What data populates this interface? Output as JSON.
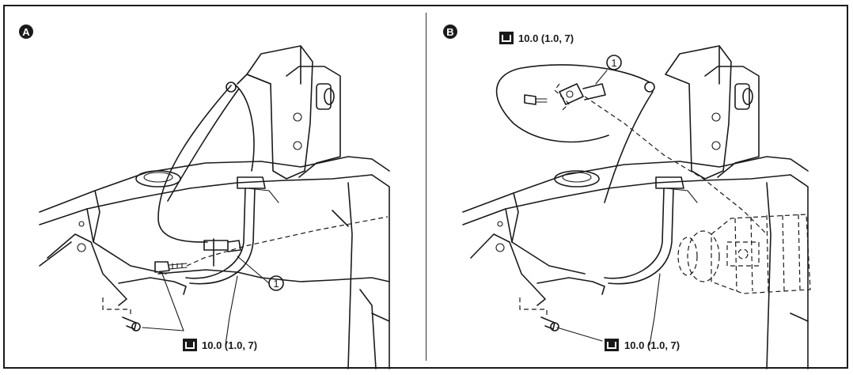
{
  "panel_a": {
    "letter": "A",
    "callout_number": "1",
    "torque_spec": "10.0 (1.0, 7)"
  },
  "panel_b": {
    "letter": "B",
    "callout_number": "1",
    "torque_spec_top": "10.0 (1.0, 7)",
    "torque_spec_bottom": "10.0 (1.0, 7)"
  },
  "icons": {
    "torque": "torque-wrench-icon"
  }
}
